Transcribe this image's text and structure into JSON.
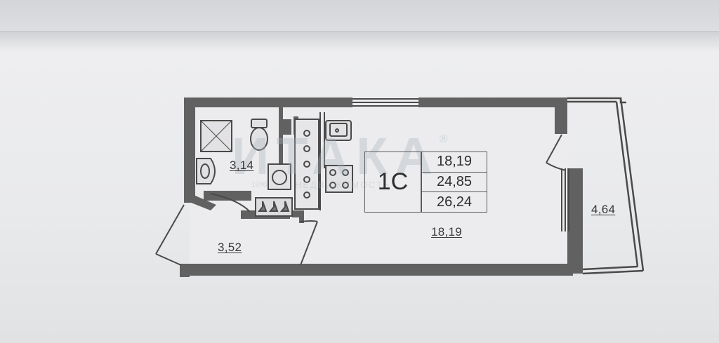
{
  "unit": {
    "type": "1С",
    "living_area": "18,19",
    "total_area": "24,85",
    "total_with_balcony": "26,24"
  },
  "rooms": {
    "bathroom": "3,14",
    "hallway": "3,52",
    "living_room": "18,19",
    "balcony": "4,64"
  },
  "watermark": {
    "brand": "ИТАКА",
    "registered": "®",
    "year": "1996",
    "subtitle": "НЕДВИЖИМОСТЬ"
  },
  "colors": {
    "wall": "#616161",
    "thin_line": "#4a4a4a",
    "floor": "#ececee"
  }
}
